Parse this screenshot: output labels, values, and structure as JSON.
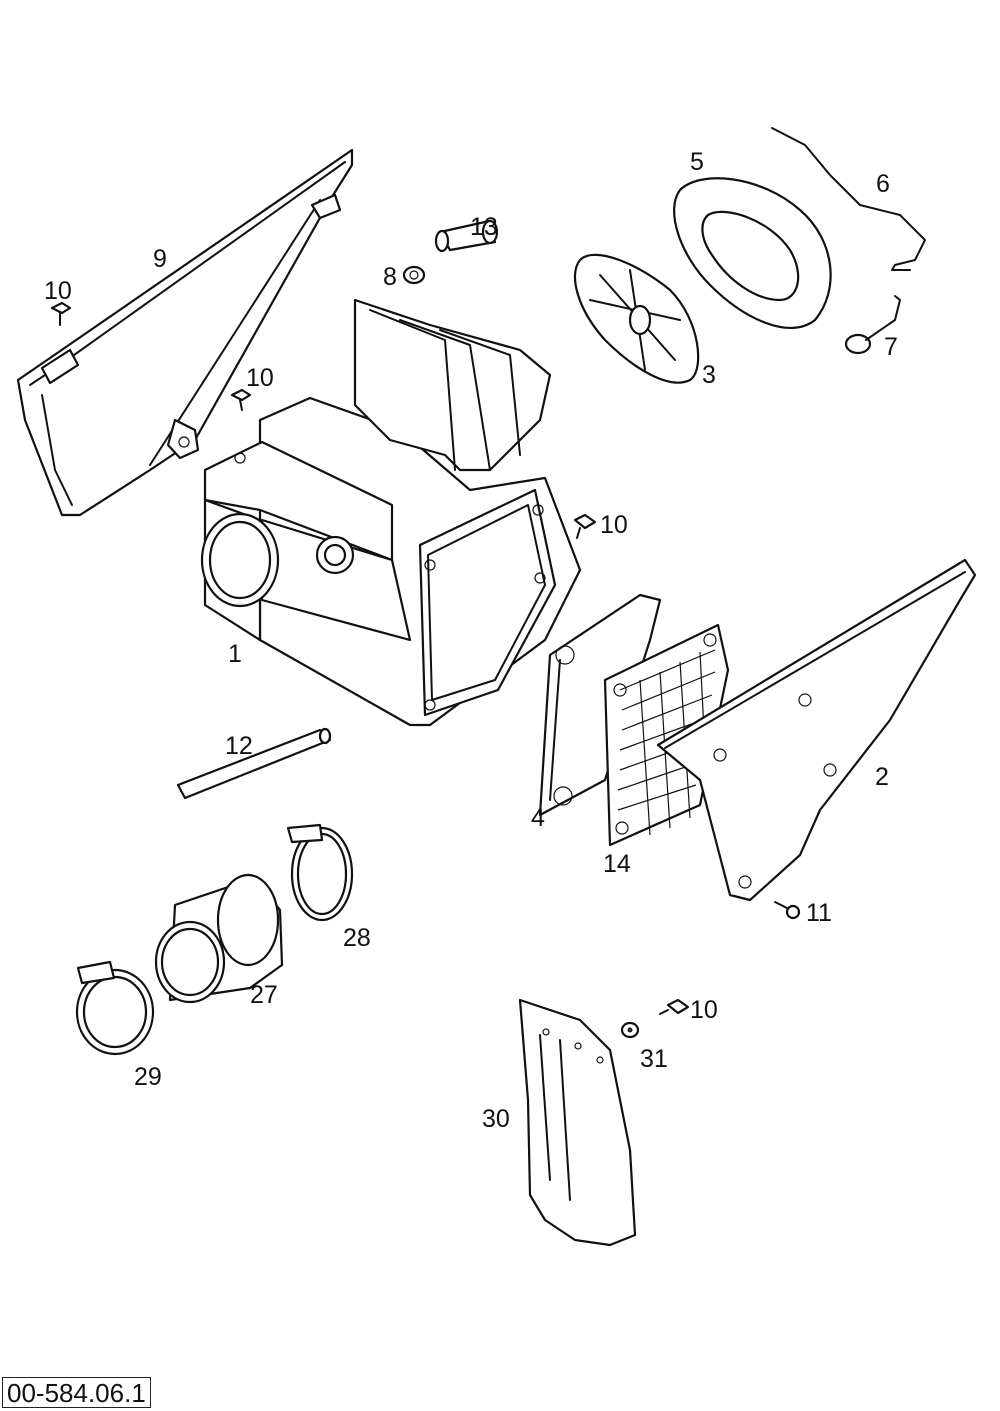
{
  "drawing_id": "00-584.06.1",
  "callouts": {
    "n1": "1",
    "n2": "2",
    "n3": "3",
    "n4": "4",
    "n5": "5",
    "n6": "6",
    "n7": "7",
    "n8": "8",
    "n9": "9",
    "n10a": "10",
    "n10b": "10",
    "n10c": "10",
    "n10d": "10",
    "n11": "11",
    "n12": "12",
    "n13": "13",
    "n14": "14",
    "n27": "27",
    "n28": "28",
    "n29": "29",
    "n30": "30",
    "n31": "31"
  }
}
